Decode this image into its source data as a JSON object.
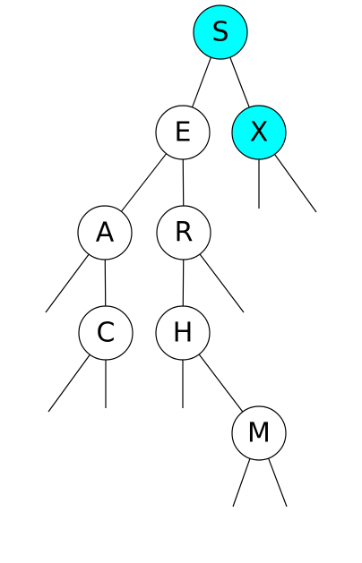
{
  "tree": {
    "colors": {
      "highlight": "#00ffff",
      "normal": "#ffffff",
      "stroke": "#000000"
    },
    "nodes": [
      {
        "id": "S",
        "label": "S",
        "highlighted": true
      },
      {
        "id": "E",
        "label": "E",
        "highlighted": false
      },
      {
        "id": "X",
        "label": "X",
        "highlighted": true
      },
      {
        "id": "A",
        "label": "A",
        "highlighted": false
      },
      {
        "id": "R",
        "label": "R",
        "highlighted": false
      },
      {
        "id": "C",
        "label": "C",
        "highlighted": false
      },
      {
        "id": "H",
        "label": "H",
        "highlighted": false
      },
      {
        "id": "M",
        "label": "M",
        "highlighted": false
      }
    ],
    "edges": [
      {
        "from": "S",
        "to": "E"
      },
      {
        "from": "S",
        "to": "X"
      },
      {
        "from": "E",
        "to": "A"
      },
      {
        "from": "E",
        "to": "R"
      },
      {
        "from": "A",
        "to": "C"
      },
      {
        "from": "R",
        "to": "H"
      },
      {
        "from": "H",
        "to": "M"
      }
    ],
    "null_links": [
      {
        "from": "X",
        "side": "left"
      },
      {
        "from": "X",
        "side": "right"
      },
      {
        "from": "A",
        "side": "left"
      },
      {
        "from": "C",
        "side": "left"
      },
      {
        "from": "C",
        "side": "right"
      },
      {
        "from": "R",
        "side": "right"
      },
      {
        "from": "H",
        "side": "left"
      },
      {
        "from": "M",
        "side": "left"
      },
      {
        "from": "M",
        "side": "right"
      }
    ]
  }
}
